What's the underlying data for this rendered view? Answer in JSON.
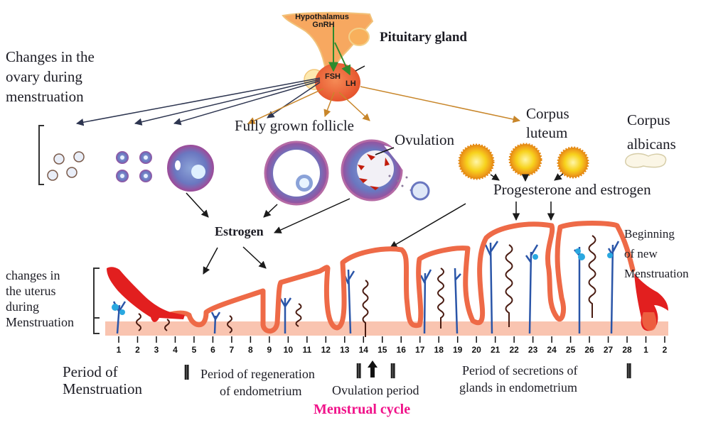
{
  "title": "Menstrual cycle",
  "colors": {
    "title": "#f0138a",
    "endometrium": "#ee6a47",
    "menstrual_blood": "#e21f1f",
    "basal_layer": "#f9c4b0",
    "artery": "#2a55a8",
    "gland": "#4a1c12",
    "hormone_arrow_fsh": "#2d3550",
    "hormone_arrow_lh": "#c8862a",
    "gnrh_arrow": "#2e8b2e"
  },
  "pituitary": {
    "hypothalamus": "Hypothalamus",
    "gnrh": "GnRH",
    "fsh": "FSH",
    "lh": "LH",
    "label": "Pituitary gland"
  },
  "ovary": {
    "heading": [
      "Changes in the",
      "ovary during",
      "menstruation"
    ],
    "fully_grown_follicle": "Fully grown follicle",
    "ovulation": "Ovulation",
    "corpus_luteum": [
      "Corpus",
      "luteum"
    ],
    "corpus_albicans": [
      "Corpus",
      "albicans"
    ],
    "progesterone_estrogen": "Progesterone and estrogen",
    "estrogen": "Estrogen"
  },
  "uterus": {
    "heading": [
      "changes in",
      "the uterus",
      "during",
      "Menstruation"
    ],
    "new_menstruation": [
      "Beginning",
      "of new",
      "Menstruation"
    ]
  },
  "timeline": {
    "days": [
      "1",
      "2",
      "3",
      "4",
      "5",
      "6",
      "7",
      "8",
      "9",
      "10",
      "11",
      "12",
      "13",
      "14",
      "15",
      "16",
      "17",
      "18",
      "19",
      "20",
      "21",
      "22",
      "23",
      "24",
      "25",
      "26",
      "27",
      "28",
      "1",
      "2"
    ],
    "phases": {
      "menstruation": [
        "Period of",
        "Menstruation"
      ],
      "regeneration": [
        "Period of regeneration",
        "of endometrium"
      ],
      "ovulation": "Ovulation period",
      "secretion": [
        "Period of secretions of",
        "glands in endometrium"
      ]
    }
  }
}
